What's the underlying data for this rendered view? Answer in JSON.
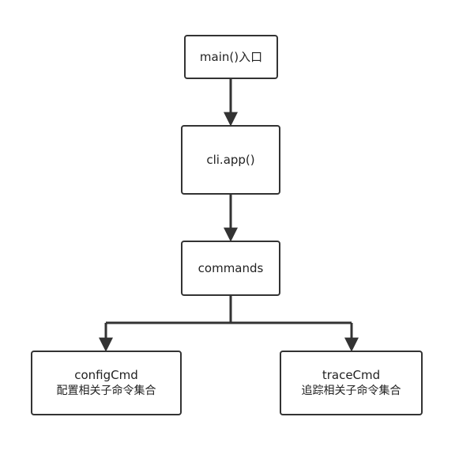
{
  "nodes": {
    "main": {
      "label": "main()入口"
    },
    "app": {
      "label": "cli.app()"
    },
    "commands": {
      "label": "commands"
    },
    "config": {
      "label": "configCmd",
      "sub": "配置相关子命令集合"
    },
    "trace": {
      "label": "traceCmd",
      "sub": "追踪相关子命令集合"
    }
  },
  "colors": {
    "stroke": "#333333",
    "text": "#222222",
    "background": "#ffffff"
  }
}
